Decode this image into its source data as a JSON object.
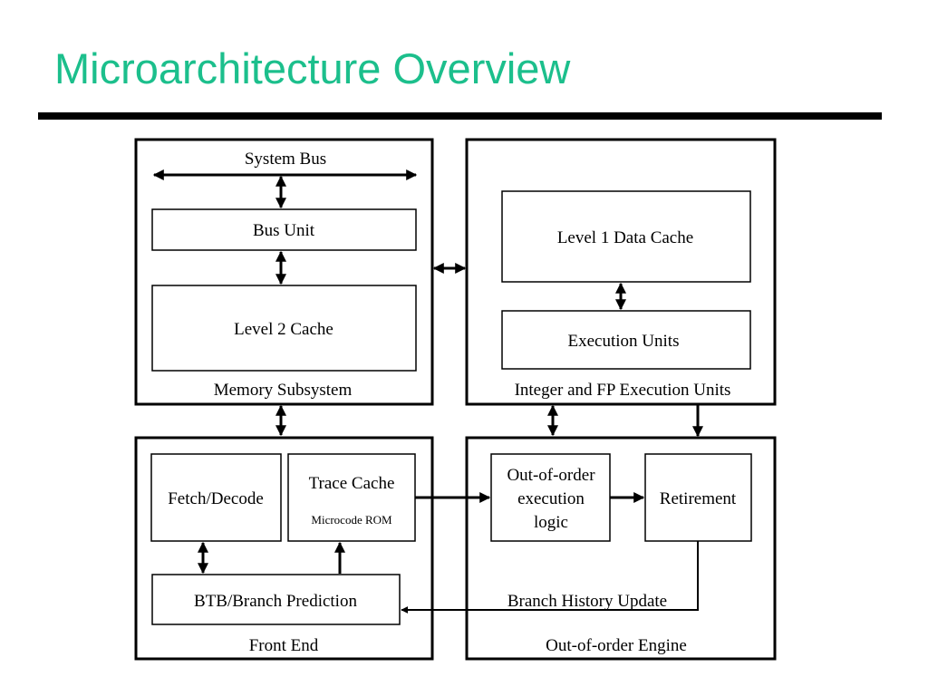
{
  "slide": {
    "title": "Microarchitecture Overview",
    "accent_color": "#1cbf8c"
  },
  "diagram": {
    "memory_subsystem": {
      "label": "Memory Subsystem",
      "system_bus": "System Bus",
      "bus_unit": "Bus Unit",
      "level2_cache": "Level 2 Cache"
    },
    "execution_units_block": {
      "label": "Integer and FP Execution Units",
      "level1_data_cache": "Level 1 Data Cache",
      "execution_units": "Execution Units"
    },
    "front_end": {
      "label": "Front End",
      "fetch_decode": "Fetch/Decode",
      "trace_cache": "Trace Cache",
      "microcode_rom": "Microcode ROM",
      "btb_branch_prediction": "BTB/Branch Prediction"
    },
    "ooo_engine": {
      "label": "Out-of-order Engine",
      "ooo_logic_lines": [
        "Out-of-order",
        "execution",
        "logic"
      ],
      "retirement": "Retirement",
      "branch_history_update": "Branch History Update"
    }
  }
}
